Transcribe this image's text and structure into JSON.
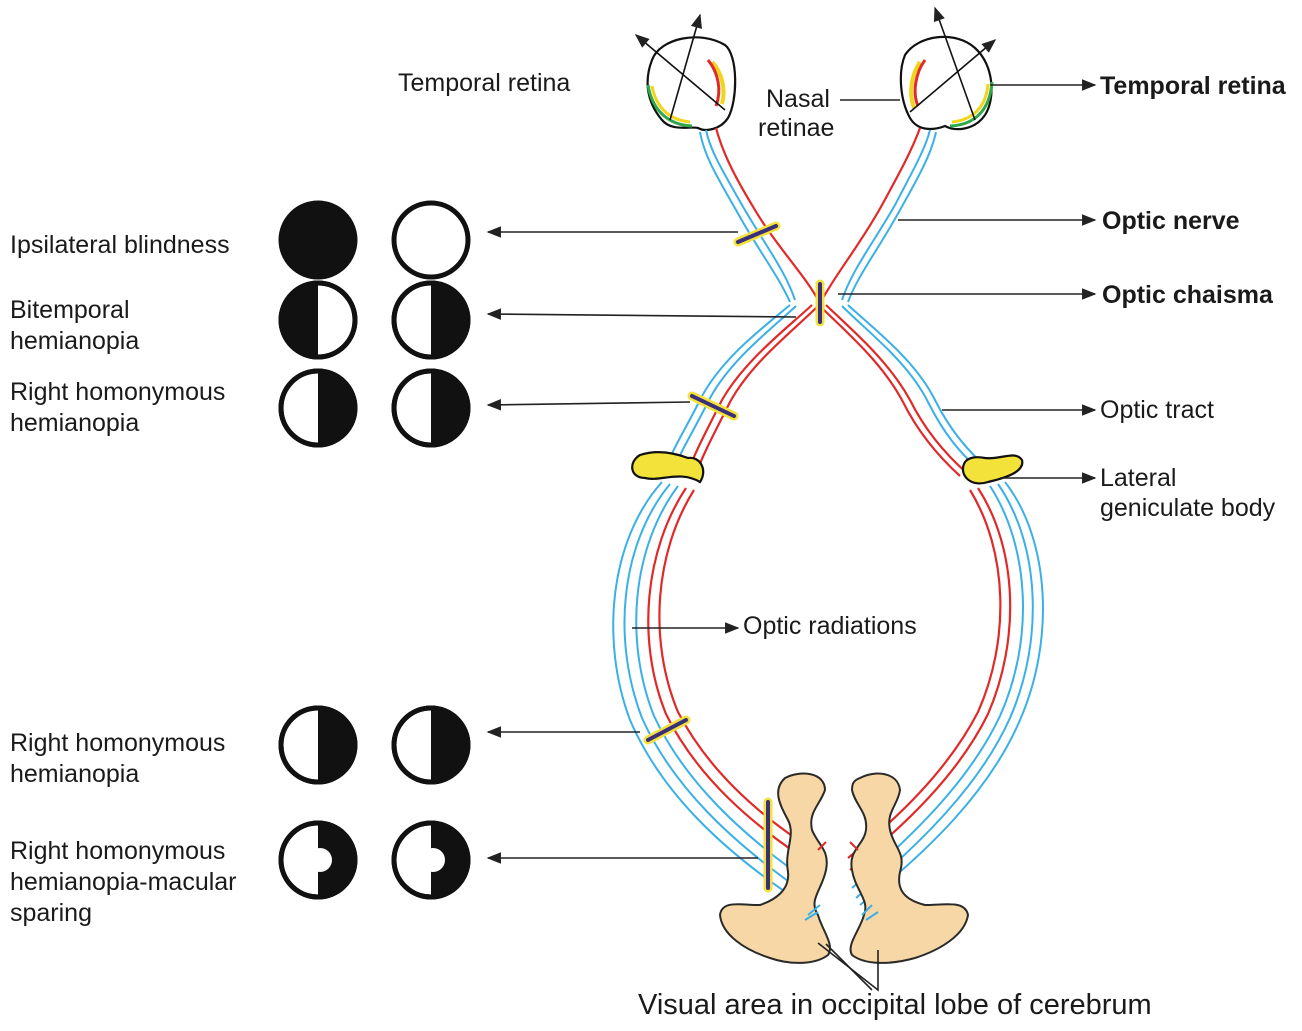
{
  "labels": {
    "temporal_retina_left": "Temporal retina",
    "temporal_retina_right": "Temporal retina",
    "nasal_retinae_line1": "Nasal",
    "nasal_retinae_line2": "retinae",
    "optic_nerve": "Optic nerve",
    "optic_chiasma": "Optic chaisma",
    "optic_tract": "Optic tract",
    "lgb_line1": "Lateral",
    "lgb_line2": "geniculate body",
    "optic_radiations": "Optic radiations",
    "visual_area": "Visual area in occipital lobe of cerebrum"
  },
  "defects": [
    {
      "lines": [
        "Ipsilateral blindness"
      ],
      "left_field": "full-black",
      "right_field": "full-white"
    },
    {
      "lines": [
        "Bitemporal",
        "hemianopia"
      ],
      "left_field": "left-half-black",
      "right_field": "right-half-black"
    },
    {
      "lines": [
        "Right homonymous",
        "hemianopia"
      ],
      "left_field": "right-half-black",
      "right_field": "right-half-black"
    },
    {
      "lines": [
        "Right homonymous",
        "hemianopia"
      ],
      "left_field": "right-half-black",
      "right_field": "right-half-black"
    },
    {
      "lines": [
        "Right homonymous",
        "hemianopia-macular",
        "sparing"
      ],
      "left_field": "right-half-black-macular-sparing",
      "right_field": "right-half-black-macular-sparing"
    }
  ]
}
